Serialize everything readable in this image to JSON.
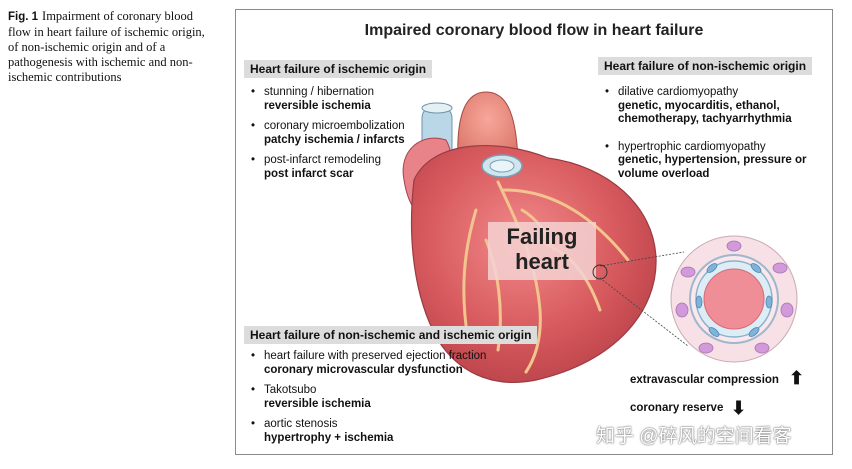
{
  "caption": {
    "label": "Fig. 1",
    "text": "Impairment of coronary blood flow in heart failure of ischemic origin, of non-ischemic origin and of a pathogenesis with ischemic and non-ischemic contributions"
  },
  "figure": {
    "title": "Impaired coronary blood flow in heart failure",
    "center_label_line1": "Failing",
    "center_label_line2": "heart",
    "ischemic": {
      "header": "Heart failure of ischemic origin",
      "items": [
        {
          "label": "stunning / hibernation",
          "detail": "reversible ischemia"
        },
        {
          "label": "coronary microembolization",
          "detail": "patchy ischemia / infarcts"
        },
        {
          "label": "post-infarct remodeling",
          "detail": "post infarct scar"
        }
      ]
    },
    "non_ischemic": {
      "header": "Heart failure of non-ischemic origin",
      "items": [
        {
          "label": "dilative cardiomyopathy",
          "detail": "genetic, myocarditis, ethanol, chemotherapy, tachyarrhythmia"
        },
        {
          "label": "hypertrophic cardiomyopathy",
          "detail": "genetic, hypertension, pressure or volume overload"
        }
      ]
    },
    "mixed": {
      "header": "Heart failure of non-ischemic and ischemic origin",
      "items": [
        {
          "label": "heart failure with preserved ejection fraction",
          "detail": "coronary microvascular dysfunction"
        },
        {
          "label": "Takotsubo",
          "detail": "reversible ischemia"
        },
        {
          "label": "aortic stenosis",
          "detail": "hypertrophy + ischemia"
        }
      ]
    },
    "effects": {
      "extravascular": "extravascular compression",
      "extravascular_arrow": "⬆",
      "reserve": "coronary reserve",
      "reserve_arrow": "⬇"
    }
  },
  "watermark": "知乎 @碎风的空间看客"
}
